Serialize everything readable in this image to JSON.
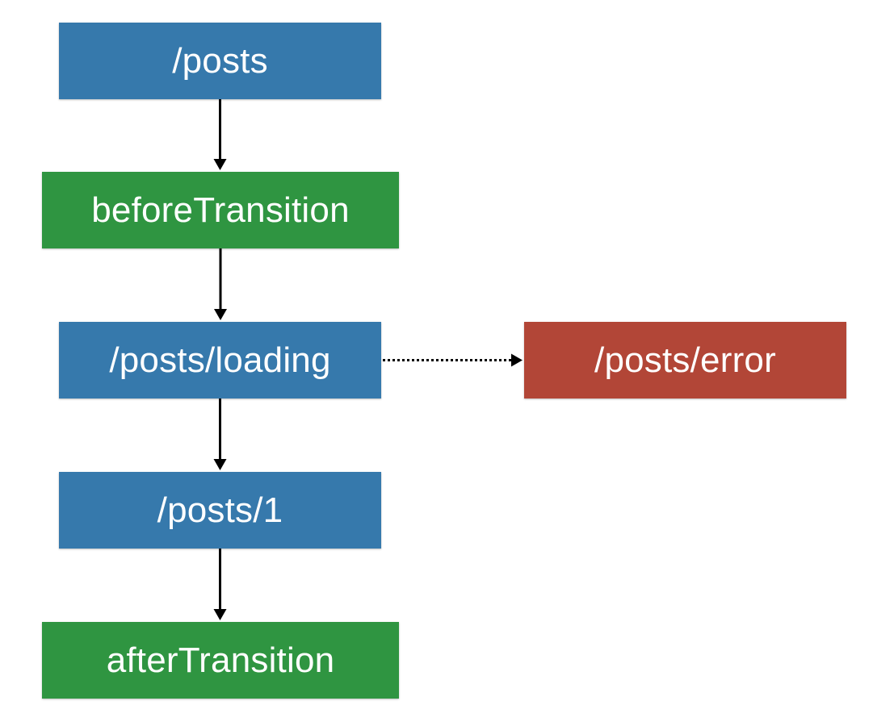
{
  "colors": {
    "route": "#3679ac",
    "hook": "#2f9541",
    "error": "#b24637",
    "edge": "#000000"
  },
  "nodes": {
    "posts": {
      "label": "/posts",
      "kind": "route"
    },
    "before": {
      "label": "beforeTransition",
      "kind": "hook"
    },
    "loading": {
      "label": "/posts/loading",
      "kind": "route"
    },
    "error": {
      "label": "/posts/error",
      "kind": "error"
    },
    "post1": {
      "label": "/posts/1",
      "kind": "route"
    },
    "after": {
      "label": "afterTransition",
      "kind": "hook"
    }
  },
  "edges": [
    {
      "from": "posts",
      "to": "before",
      "style": "solid"
    },
    {
      "from": "before",
      "to": "loading",
      "style": "solid"
    },
    {
      "from": "loading",
      "to": "post1",
      "style": "solid"
    },
    {
      "from": "post1",
      "to": "after",
      "style": "solid"
    },
    {
      "from": "loading",
      "to": "error",
      "style": "dotted"
    }
  ]
}
